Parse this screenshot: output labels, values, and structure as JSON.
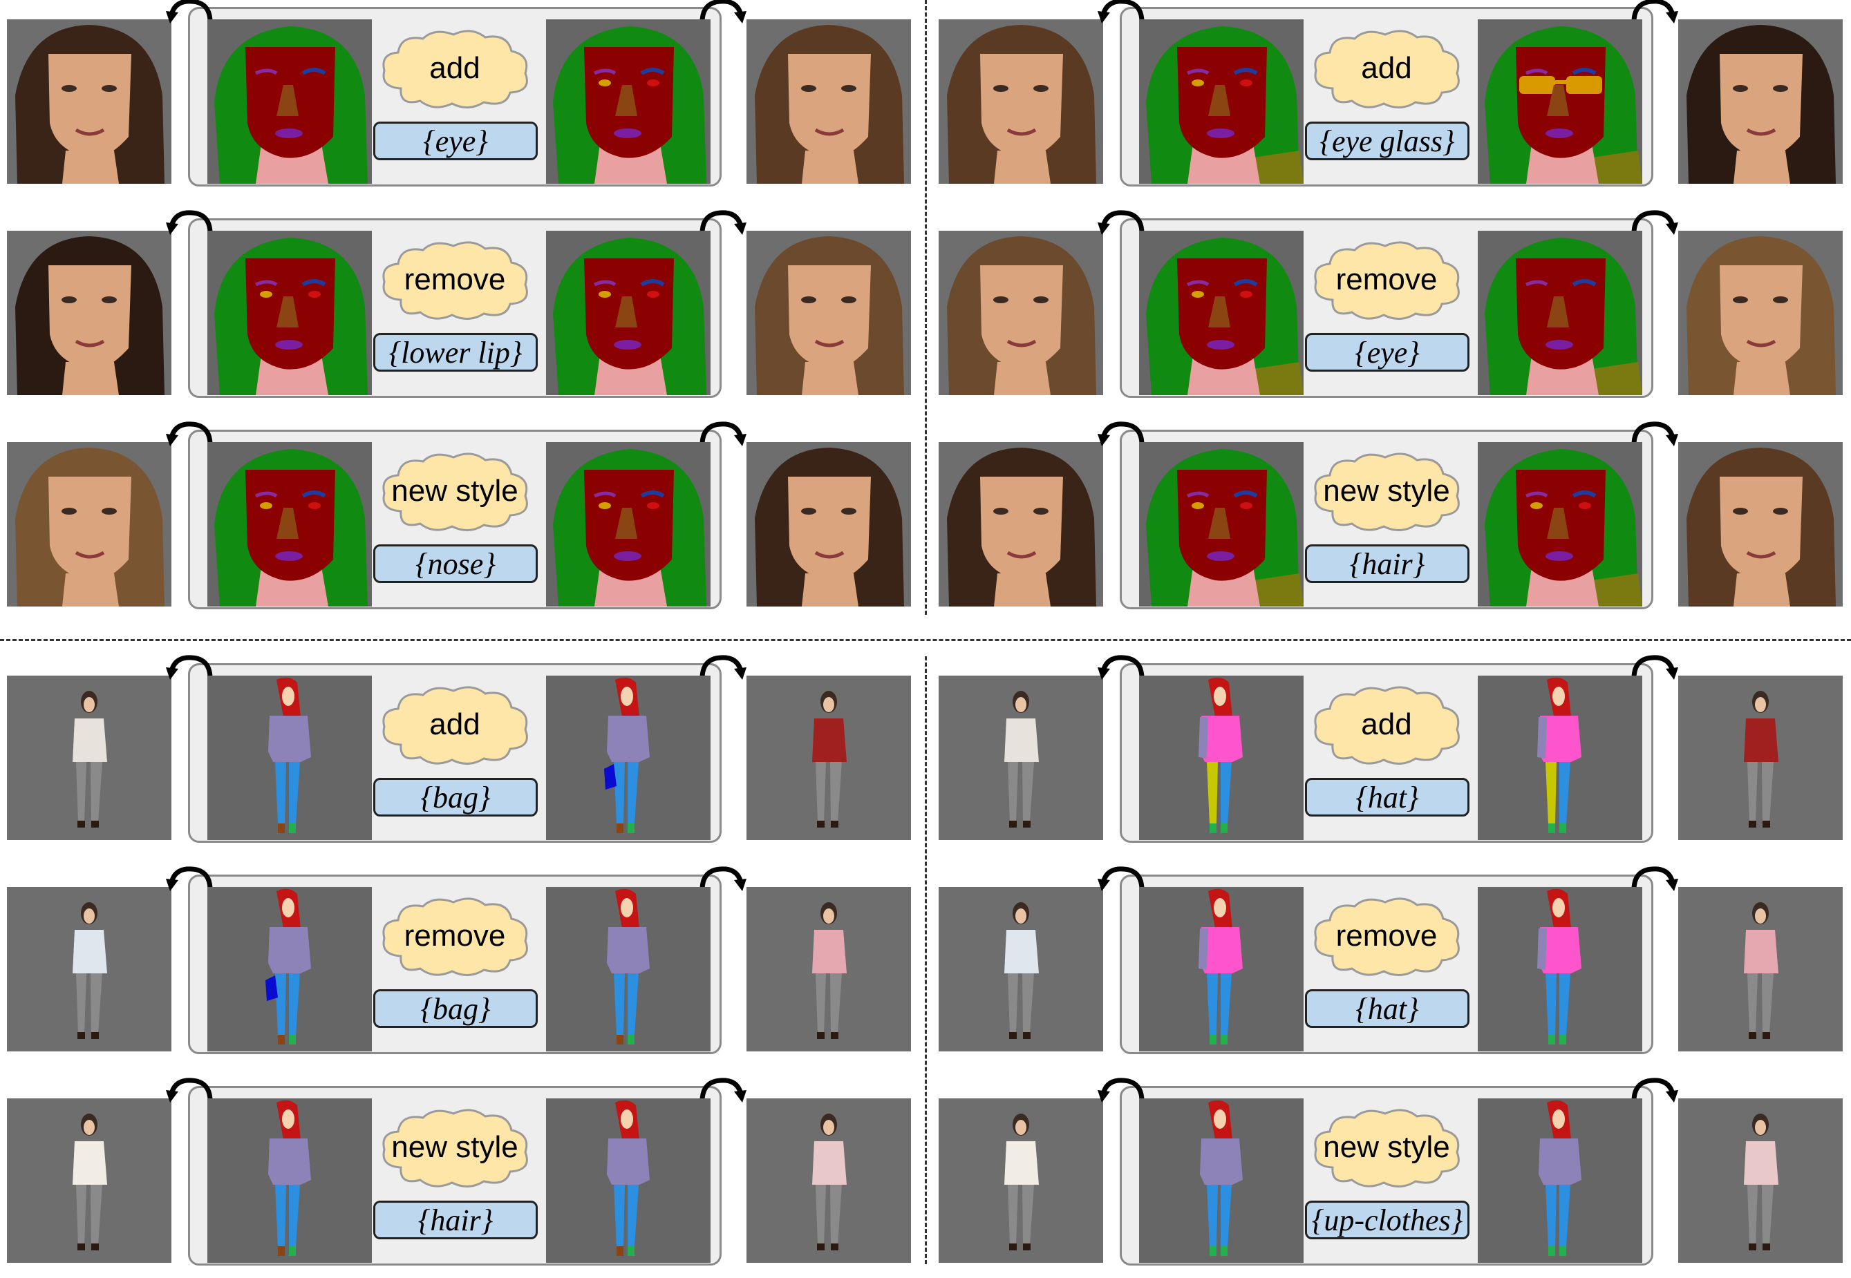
{
  "figure": {
    "quadrants": [
      {
        "id": "faces-left",
        "kind": "face",
        "rows": [
          {
            "action": "add",
            "target": "{eye}"
          },
          {
            "action": "remove",
            "target": "{lower lip}"
          },
          {
            "action": "new style",
            "target": "{nose}"
          }
        ]
      },
      {
        "id": "faces-right",
        "kind": "face",
        "rows": [
          {
            "action": "add",
            "target": "{eye glass}"
          },
          {
            "action": "remove",
            "target": "{eye}"
          },
          {
            "action": "new style",
            "target": "{hair}"
          }
        ]
      },
      {
        "id": "bodies-left",
        "kind": "body",
        "rows": [
          {
            "action": "add",
            "target": "{bag}"
          },
          {
            "action": "remove",
            "target": "{bag}"
          },
          {
            "action": "new style",
            "target": "{hair}"
          }
        ]
      },
      {
        "id": "bodies-right",
        "kind": "body",
        "rows": [
          {
            "action": "add",
            "target": "{hat}"
          },
          {
            "action": "remove",
            "target": "{hat}"
          },
          {
            "action": "new style",
            "target": "{up-clothes}"
          }
        ]
      }
    ]
  },
  "colors": {
    "background_gray": "#6e6e6e",
    "seg_background": "#666666",
    "panel_fill": "#eeeeee",
    "panel_border": "#8a8a8a",
    "cloud_fill": "#fde6a8",
    "target_fill": "#bcd7ee",
    "hair_green": "#108a10",
    "face_red": "#8b0000",
    "neck_pink": "#e8a0a0",
    "nose_brown": "#8b4513",
    "eye_yellow": "#d4a000",
    "brow_blue": "#1e3ca0",
    "lip_purple": "#7a1fa2",
    "glass_orange": "#d99a00",
    "cloth_olive": "#7a7a10",
    "body_hair_red": "#c41414",
    "body_skin": "#f4d3b0",
    "top_lavender": "#8e83b8",
    "pants_blue": "#2c8fe0",
    "shoe_green": "#22b14c",
    "dress_pink": "#ff55cc",
    "bag_blue": "#0a0ad0",
    "legs_yellow": "#c8c800"
  }
}
